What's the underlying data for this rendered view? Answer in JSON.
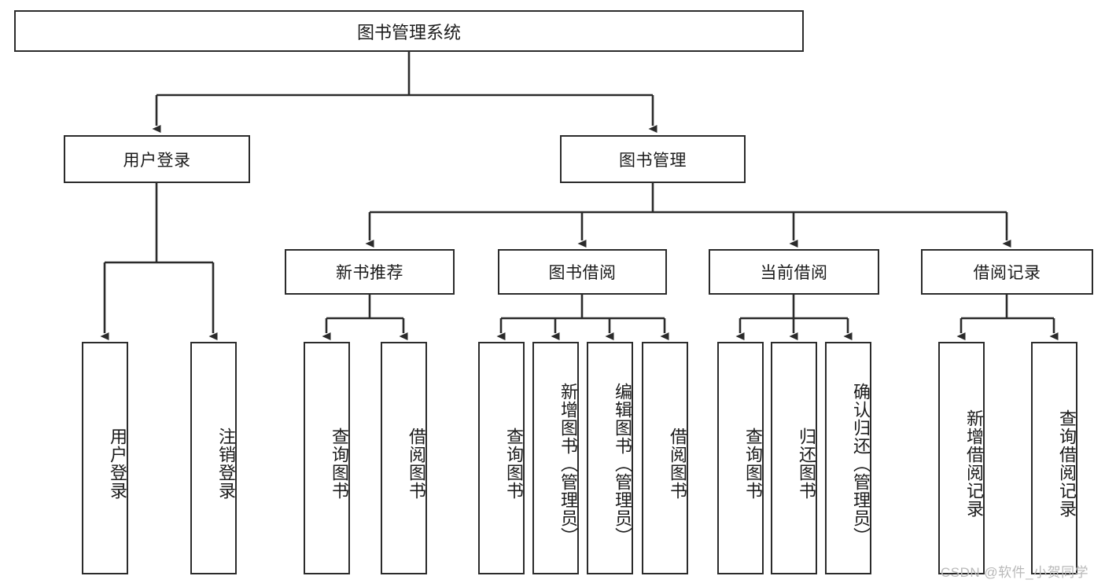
{
  "diagram": {
    "title": "图书管理系统",
    "type": "tree-hierarchy-diagram",
    "watermark": "CSDN @软件_小贺同学",
    "colors": {
      "stroke": "#2b2b2b",
      "fill": "#ffffff",
      "text": "#1b1b1b",
      "watermark": "#b9b9b9"
    },
    "root": {
      "label": "图书管理系统"
    },
    "level2": [
      {
        "label": "用户登录"
      },
      {
        "label": "图书管理"
      }
    ],
    "level3": [
      {
        "label": "新书推荐"
      },
      {
        "label": "图书借阅"
      },
      {
        "label": "当前借阅"
      },
      {
        "label": "借阅记录"
      }
    ],
    "leaves": {
      "user_login": [
        {
          "label": "用户登录"
        },
        {
          "label": "注销登录"
        }
      ],
      "new_book": [
        {
          "label": "查询图书"
        },
        {
          "label": "借阅图书"
        }
      ],
      "book_borrow": [
        {
          "label": "查询图书"
        },
        {
          "label": "新增图书（管理员）"
        },
        {
          "label": "编辑图书（管理员）"
        },
        {
          "label": "借阅图书"
        }
      ],
      "current_borrow": [
        {
          "label": "查询图书"
        },
        {
          "label": "归还图书"
        },
        {
          "label": "确认归还（管理员）"
        }
      ],
      "borrow_record": [
        {
          "label": "新增借阅记录"
        },
        {
          "label": "查询借阅记录"
        }
      ]
    }
  }
}
